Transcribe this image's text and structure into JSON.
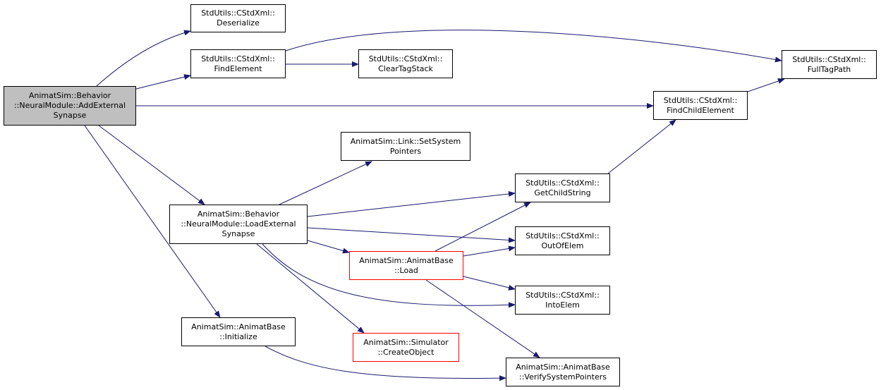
{
  "colors": {
    "edge": "#191970",
    "root_fill": "#bfbfbf",
    "node_border": "#000000",
    "incomplete_border": "#ff0000"
  },
  "nodes": {
    "add_external_synapse": {
      "lines": [
        "AnimatSim::Behavior",
        "::NeuralModule::AddExternal",
        "Synapse"
      ]
    },
    "deserialize": {
      "lines": [
        "StdUtils::CStdXml::",
        "Deserialize"
      ]
    },
    "find_element": {
      "lines": [
        "StdUtils::CStdXml::",
        "FindElement"
      ]
    },
    "clear_tag_stack": {
      "lines": [
        "StdUtils::CStdXml::",
        "ClearTagStack"
      ]
    },
    "full_tag_path": {
      "lines": [
        "StdUtils::CStdXml::",
        "FullTagPath"
      ]
    },
    "find_child_element": {
      "lines": [
        "StdUtils::CStdXml::",
        "FindChildElement"
      ]
    },
    "set_system_pointers": {
      "lines": [
        "AnimatSim::Link::SetSystem",
        "Pointers"
      ]
    },
    "get_child_string": {
      "lines": [
        "StdUtils::CStdXml::",
        "GetChildString"
      ]
    },
    "load_external_synapse": {
      "lines": [
        "AnimatSim::Behavior",
        "::NeuralModule::LoadExternal",
        "Synapse"
      ]
    },
    "out_of_elem": {
      "lines": [
        "StdUtils::CStdXml::",
        "OutOfElem"
      ]
    },
    "animat_base_load": {
      "lines": [
        "AnimatSim::AnimatBase",
        "::Load"
      ]
    },
    "into_elem": {
      "lines": [
        "StdUtils::CStdXml::",
        "IntoElem"
      ]
    },
    "initialize": {
      "lines": [
        "AnimatSim::AnimatBase",
        "::Initialize"
      ]
    },
    "create_object": {
      "lines": [
        "AnimatSim::Simulator",
        "::CreateObject"
      ]
    },
    "verify_system_pointers": {
      "lines": [
        "AnimatSim::AnimatBase",
        "::VerifySystemPointers"
      ]
    }
  }
}
